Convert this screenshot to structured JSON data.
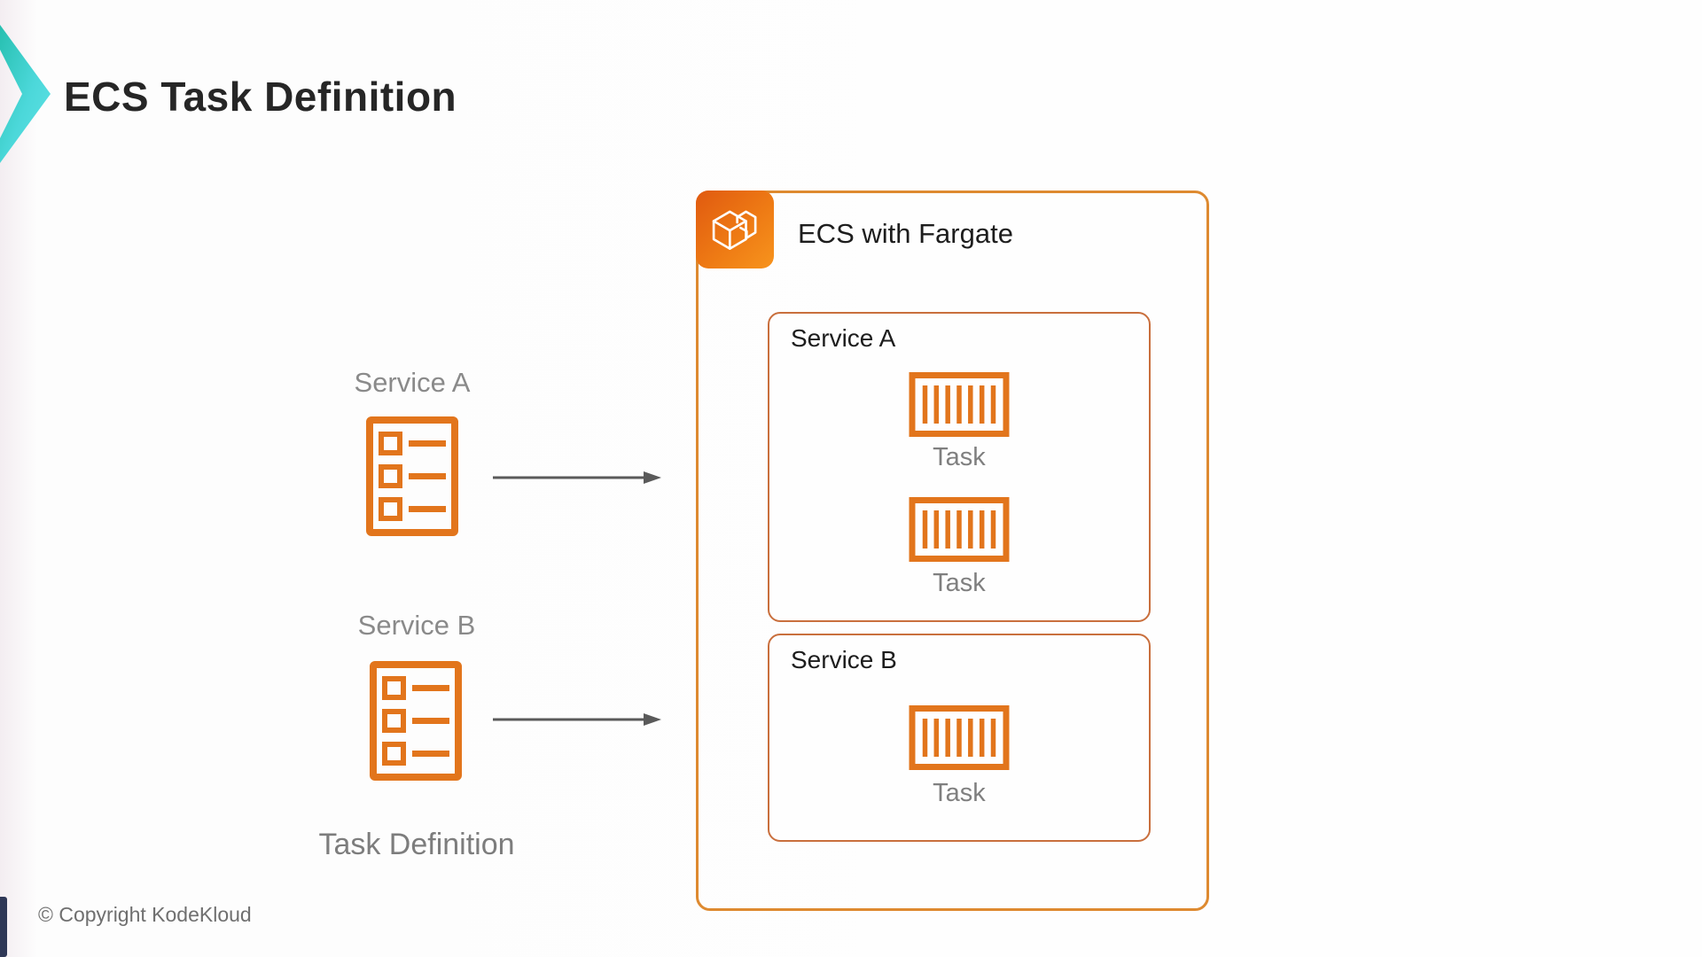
{
  "slide": {
    "title": "ECS Task Definition",
    "copyright": "© Copyright KodeKloud"
  },
  "left_panel": {
    "items": [
      {
        "label": "Service A"
      },
      {
        "label": "Service B"
      }
    ],
    "caption": "Task Definition"
  },
  "fargate_box": {
    "title": "ECS with Fargate",
    "services": [
      {
        "label": "Service A",
        "tasks": [
          {
            "caption": "Task"
          },
          {
            "caption": "Task"
          }
        ]
      },
      {
        "label": "Service B",
        "tasks": [
          {
            "caption": "Task"
          }
        ]
      }
    ]
  },
  "icons": {
    "chevron": "teal-chevron-icon",
    "ecs": "ecs-service-icon",
    "task_definition": "task-definition-list-icon",
    "task_container": "container-task-icon",
    "arrow": "right-arrow-icon"
  },
  "colors": {
    "orange_icon": "#E2751C",
    "outer_box_border": "#DE8A30",
    "inner_box_border": "#C96F3D",
    "ecs_icon_gradient_start": "#E05A10",
    "ecs_icon_gradient_end": "#F7941D",
    "chevron_teal": "#27BFB0",
    "chevron_cyan": "#5FE2E5",
    "arrow_gray": "#5A5A5A",
    "label_gray": "#8A8A8A",
    "title_dark": "#262626"
  }
}
